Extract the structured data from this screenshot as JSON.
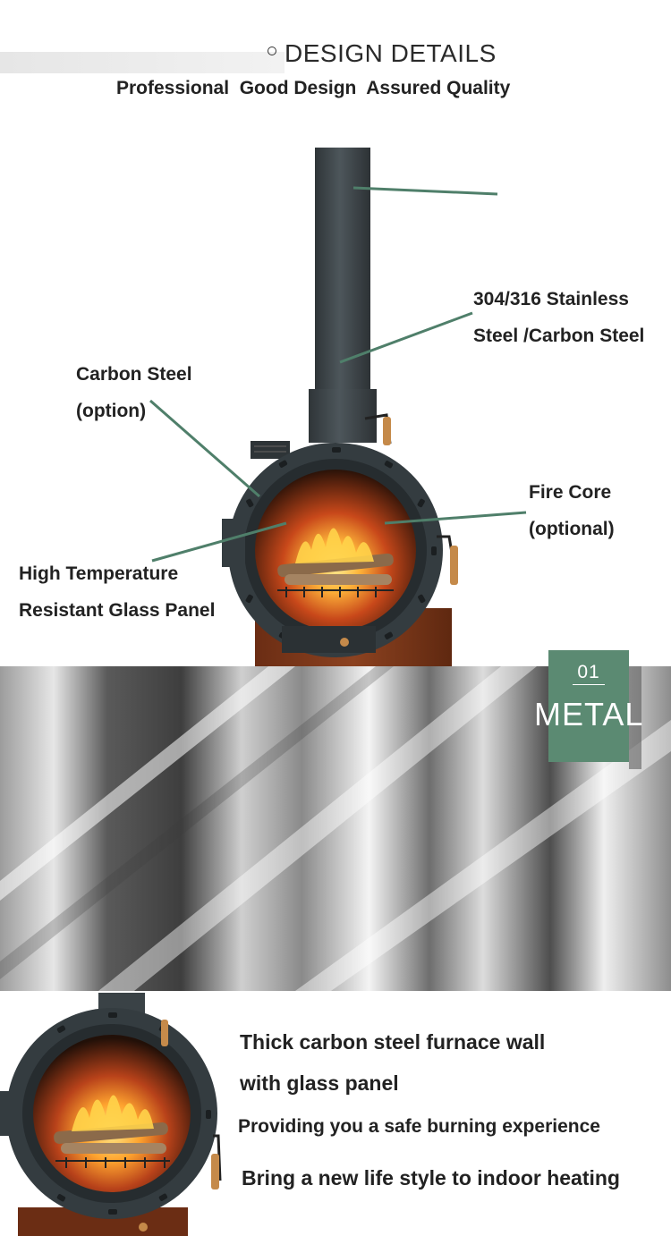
{
  "header": {
    "title": "DESIGN DETAILS",
    "subtitle": "Professional  Good Design  Assured Quality"
  },
  "callouts": {
    "stainless_line1": "304/316 Stainless",
    "stainless_line2": "Steel /Carbon Steel",
    "carbon_line1": "Carbon Steel",
    "carbon_line2": "(option)",
    "firecore_line1": "Fire Core",
    "firecore_line2": "(optional)",
    "glass_line1": "High Temperature",
    "glass_line2": "Resistant Glass Panel"
  },
  "section": {
    "number": "01",
    "name": "METAL"
  },
  "features": {
    "line1": "Thick carbon steel furnace wall",
    "line2": "with glass panel",
    "line3": "Providing you a safe burning experience",
    "line4": "Bring a new life style to indoor heating"
  },
  "colors": {
    "accent": "#5b8a72",
    "leader": "#4f7f6a",
    "stove_body": "#3b4347",
    "rust_base": "#7a3a1c"
  }
}
